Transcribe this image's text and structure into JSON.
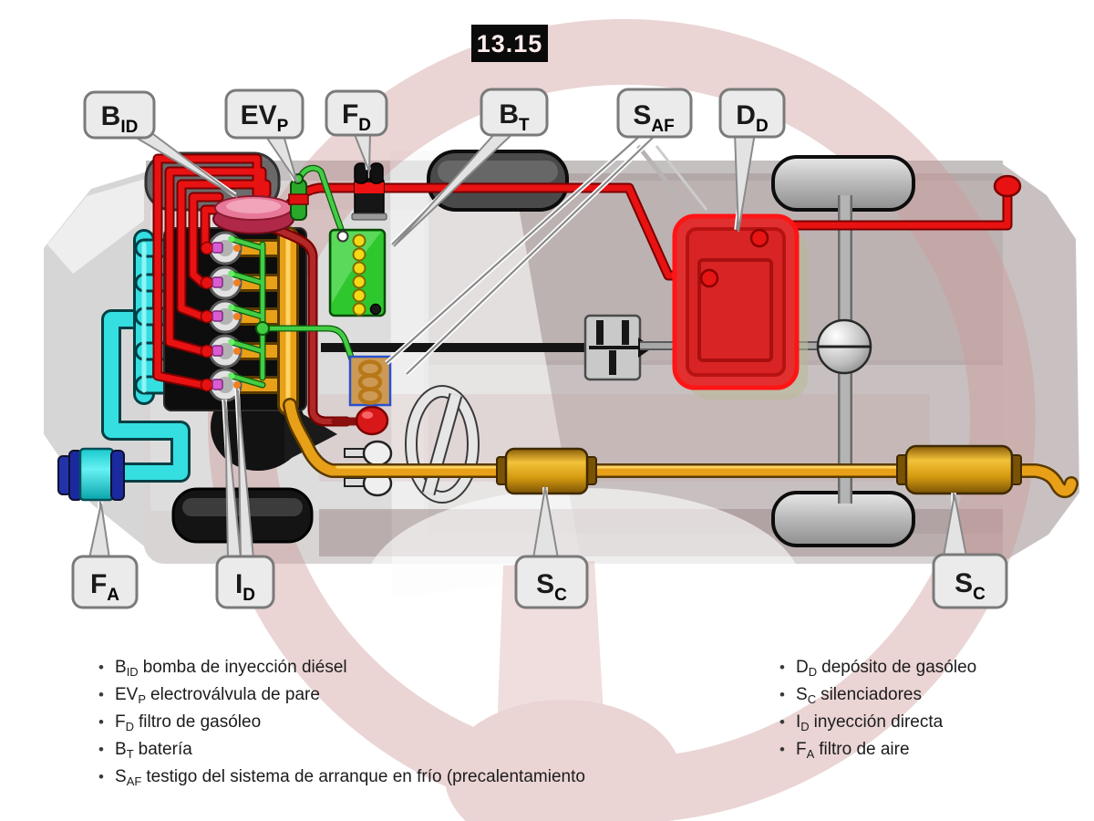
{
  "figure_number": "13.15",
  "colors": {
    "fuel_line_red": "#e81212",
    "intake_cyan": "#35dee0",
    "exhaust_orange": "#e8a018",
    "wire_green": "#44cc44",
    "battery_green": "#2ec82e",
    "tank_red": "#e23030",
    "muffler_gold": "#d4a017",
    "callout_bg": "#ebebeb",
    "callout_border": "#7a7a7a",
    "watermark_pink": "#d4a0a0",
    "figure_box_bg": "#0a0a0a"
  },
  "callouts": {
    "b_id": {
      "main": "B",
      "sub": "ID"
    },
    "ev_p": {
      "main": "EV",
      "sub": "P"
    },
    "f_d": {
      "main": "F",
      "sub": "D"
    },
    "b_t": {
      "main": "B",
      "sub": "T"
    },
    "s_af": {
      "main": "S",
      "sub": "AF"
    },
    "d_d": {
      "main": "D",
      "sub": "D"
    },
    "f_a": {
      "main": "F",
      "sub": "A"
    },
    "i_d": {
      "main": "I",
      "sub": "D"
    },
    "s_c_mid": {
      "main": "S",
      "sub": "C"
    },
    "s_c_right": {
      "main": "S",
      "sub": "C"
    }
  },
  "legend": {
    "bullet_char": "•",
    "left": [
      {
        "sym": "B",
        "sub": "ID",
        "text": "bomba de inyección diésel"
      },
      {
        "sym": "EV",
        "sub": "P",
        "text": "electroválvula  de pare"
      },
      {
        "sym": "F",
        "sub": "D",
        "text": "filtro  de gasóleo"
      },
      {
        "sym": "B",
        "sub": "T",
        "text": "batería"
      },
      {
        "sym": "S",
        "sub": "AF",
        "text": "testigo del sistema de arranque  en frío  (precalentamiento"
      }
    ],
    "right": [
      {
        "sym": "D",
        "sub": "D",
        "text": "depósito de gasóleo"
      },
      {
        "sym": "S",
        "sub": "C",
        "text": "silenciadores"
      },
      {
        "sym": "I",
        "sub": "D",
        "text": "inyección  directa"
      },
      {
        "sym": "F",
        "sub": "A",
        "text": "filtro  de aire"
      }
    ]
  }
}
